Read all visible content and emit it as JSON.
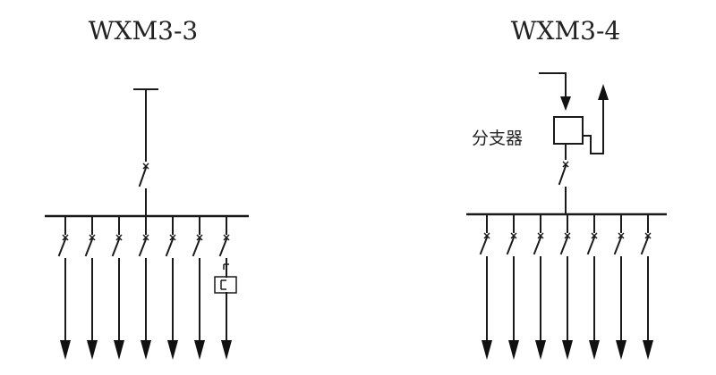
{
  "panels": [
    {
      "id": "wxm3-3",
      "title": "WXM3-3",
      "incoming": "top-cap",
      "feeders": 7,
      "feeder_with_device": 7
    },
    {
      "id": "wxm3-4",
      "title": "WXM3-4",
      "incoming": "splitter",
      "splitter_label": "分支器",
      "feeders": 7
    }
  ],
  "colors": {
    "line": "#1a1a1a",
    "background": "#ffffff"
  }
}
